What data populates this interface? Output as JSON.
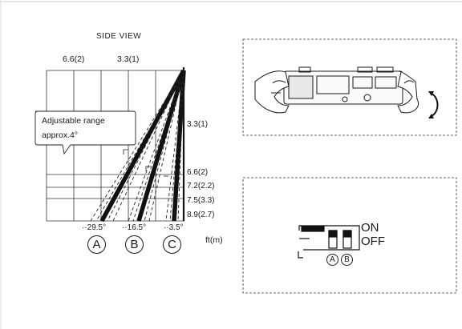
{
  "side_view": {
    "title": "SIDE VIEW",
    "top_distances": [
      "6.6(2)",
      "3.3(1)"
    ],
    "right_distances": [
      "3.3(1)",
      "6.6(2)",
      "7.2(2.2)",
      "7.5(3.3)",
      "8.9(2.7)"
    ],
    "callout": {
      "line1": "Adjustable range",
      "line2": "approx.4°"
    },
    "angles": [
      "··29.5°",
      "··16.5°",
      "··3.5°"
    ],
    "positions": [
      "A",
      "B",
      "C"
    ],
    "unit": "ft(m)"
  },
  "switch_panel": {
    "on_label": "ON",
    "off_label": "OFF",
    "switches": [
      "A",
      "B"
    ]
  }
}
